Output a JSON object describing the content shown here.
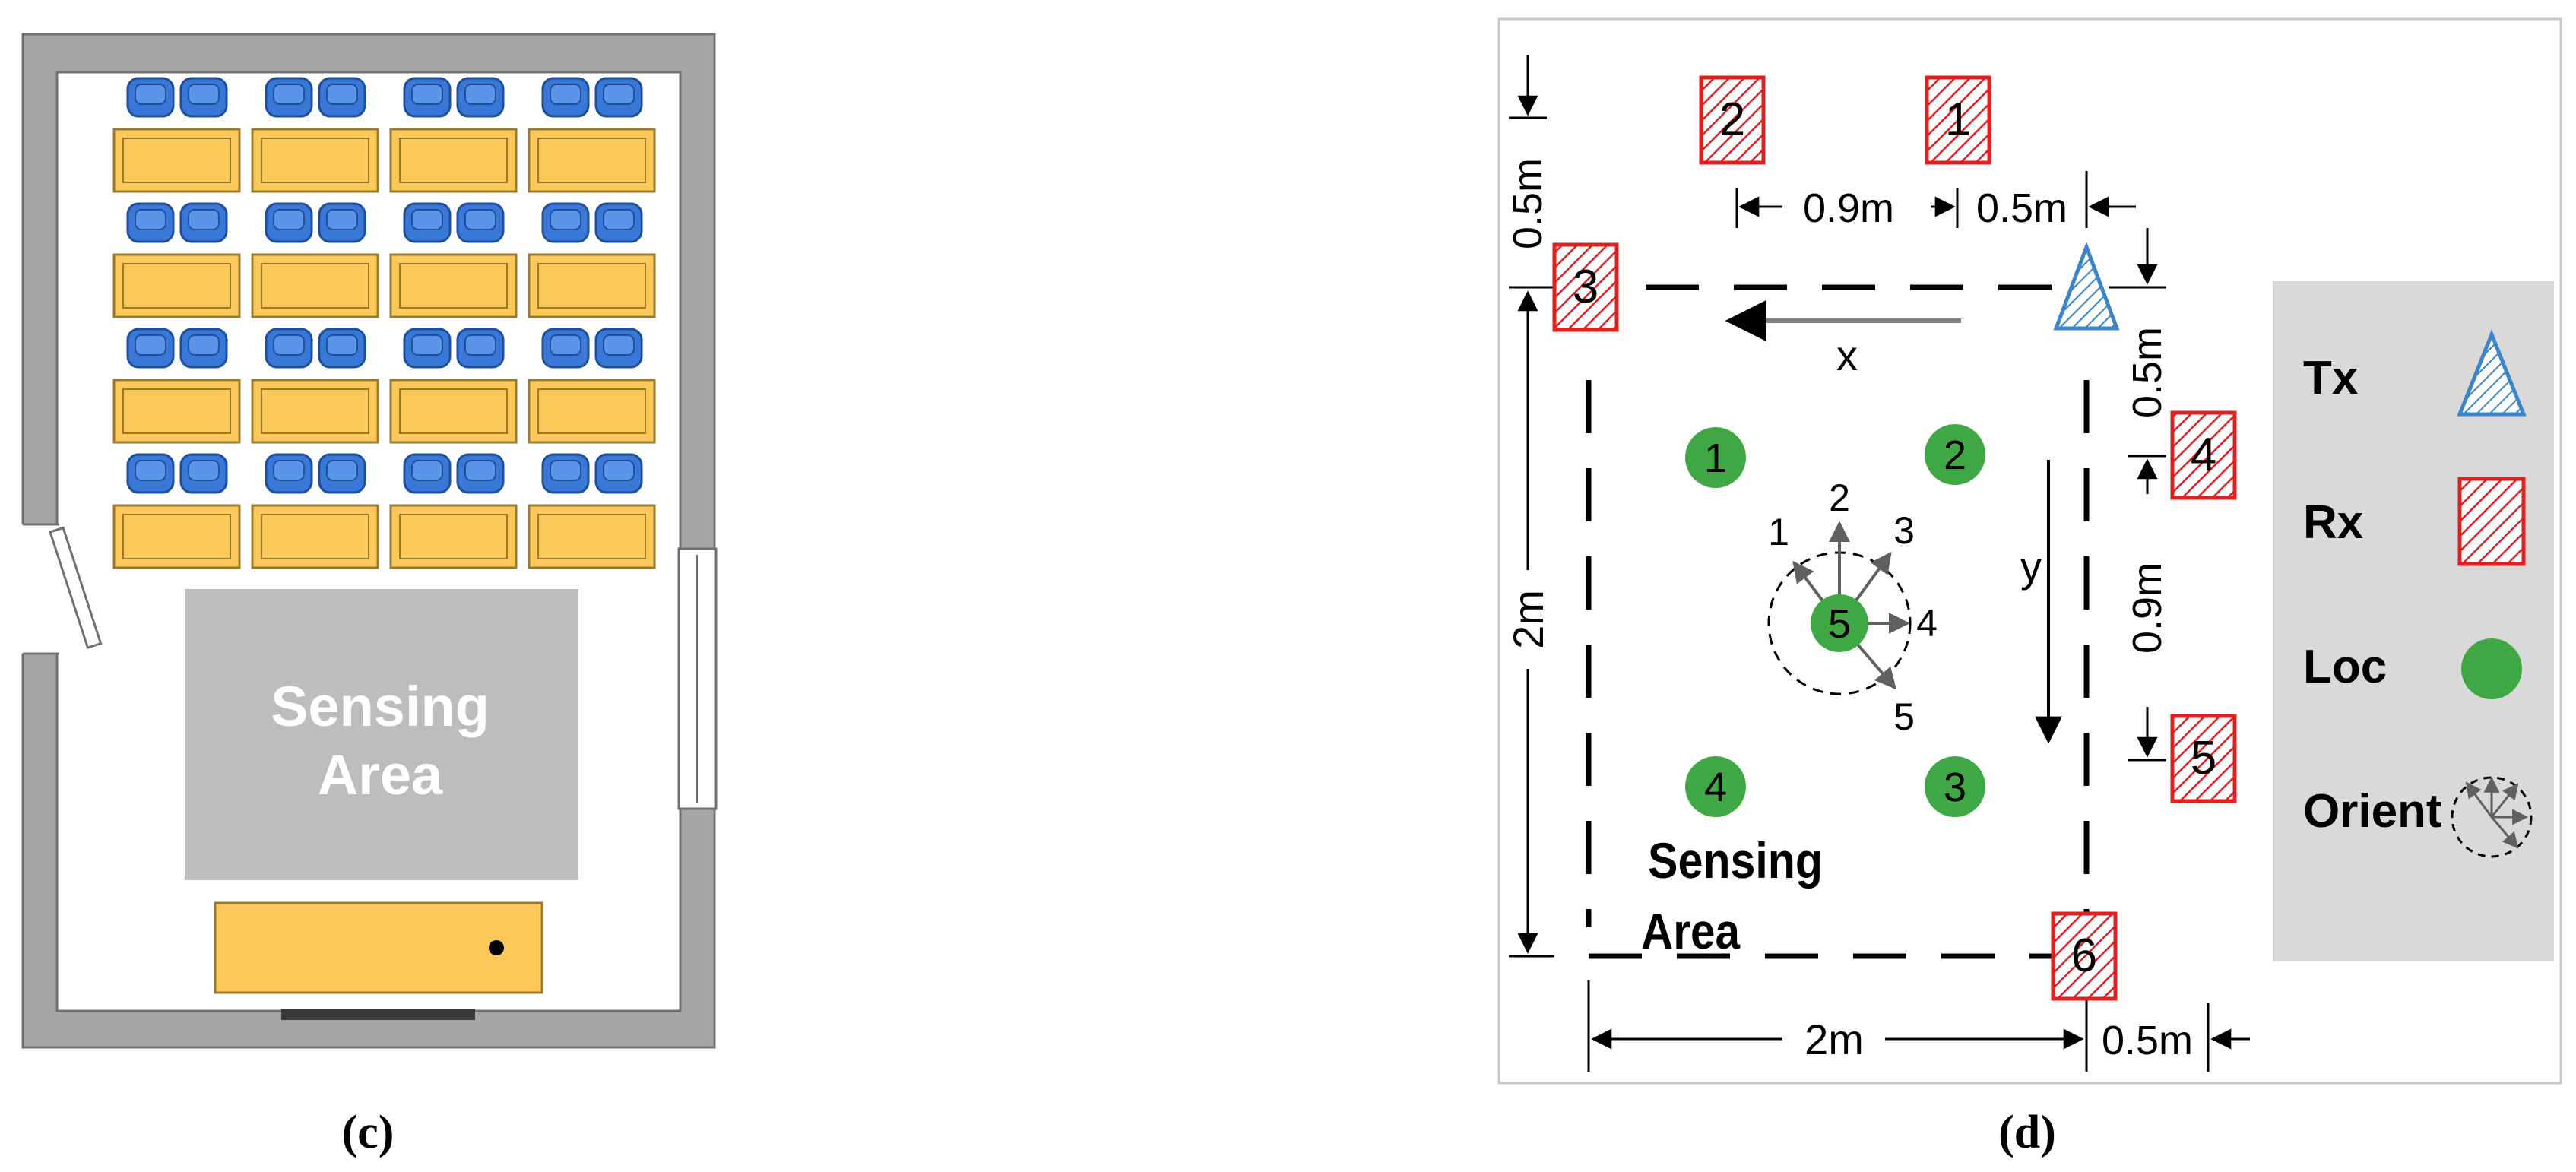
{
  "panel_c": {
    "caption": "(c)",
    "sensing_area": {
      "line1": "Sensing",
      "line2": "Area"
    }
  },
  "panel_d": {
    "caption": "(d)",
    "rx_labels": [
      "1",
      "2",
      "3",
      "4",
      "5",
      "6"
    ],
    "loc_labels": [
      "1",
      "2",
      "3",
      "4",
      "5"
    ],
    "orient_labels": [
      "1",
      "2",
      "3",
      "4",
      "5"
    ],
    "axis_x": "x",
    "axis_y": "y",
    "dims": {
      "top_left_gap": "0.9m",
      "top_right_gap": "0.5m",
      "left_offset": "0.5m",
      "right_upper": "0.5m",
      "right_middle": "0.9m",
      "left_height": "2m",
      "bottom_width": "2m",
      "bottom_right": "0.5m"
    },
    "sensing_area": {
      "line1": "Sensing",
      "line2": "Area"
    },
    "legend": [
      {
        "label": "Tx",
        "icon": "tx-triangle-icon"
      },
      {
        "label": "Rx",
        "icon": "rx-square-icon"
      },
      {
        "label": "Loc",
        "icon": "loc-circle-icon"
      },
      {
        "label": "Orient",
        "icon": "orient-dial-icon"
      }
    ]
  },
  "colors": {
    "wall": "#a6a6a6",
    "desk": "#fdc85a",
    "desk_border": "#9a7a2a",
    "chair": "#3a78d8",
    "sensing_fill": "#bdbdbd",
    "rx_red": "#e02020",
    "tx_blue": "#3a86c8",
    "loc_green": "#3fa845",
    "legend_bg": "#d9d9d9"
  }
}
